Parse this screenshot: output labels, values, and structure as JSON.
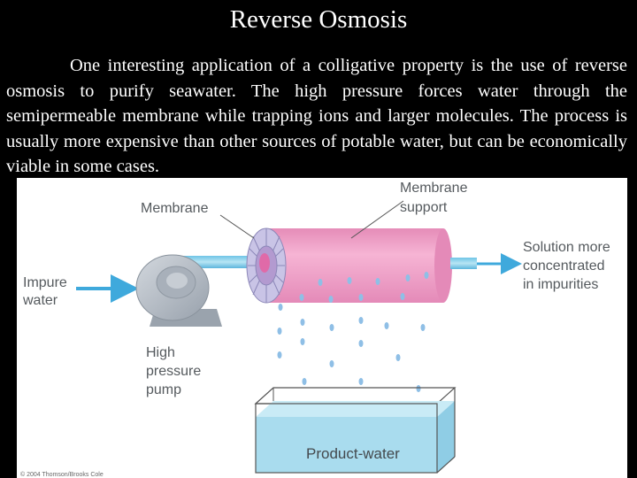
{
  "slide": {
    "title": "Reverse Osmosis",
    "paragraph": "One interesting application of a colligative property is the use of reverse osmosis to purify seawater.  The high pressure forces water through the semipermeable membrane while trapping ions and larger molecules.  The process is usually more expensive than other sources of potable water, but can be economically viable in some cases."
  },
  "diagram": {
    "labels": {
      "membrane": "Membrane",
      "membrane_support": [
        "Membrane",
        "support"
      ],
      "impure_water": [
        "Impure",
        "water"
      ],
      "high_pressure_pump": [
        "High",
        "pressure",
        "pump"
      ],
      "concentrated_solution": [
        "Solution more",
        "concentrated",
        "in impurities"
      ],
      "product_water": "Product-water",
      "copyright": "© 2004 Thomson/Brooks Cole"
    },
    "colors": {
      "cylinder_pink": "#f3a8cc",
      "membrane_lavender": "#b9b4dc",
      "water_blue": "#a9dcee",
      "arrow_blue": "#3fa9dc",
      "pump_gray": "#b5bcc5"
    }
  }
}
